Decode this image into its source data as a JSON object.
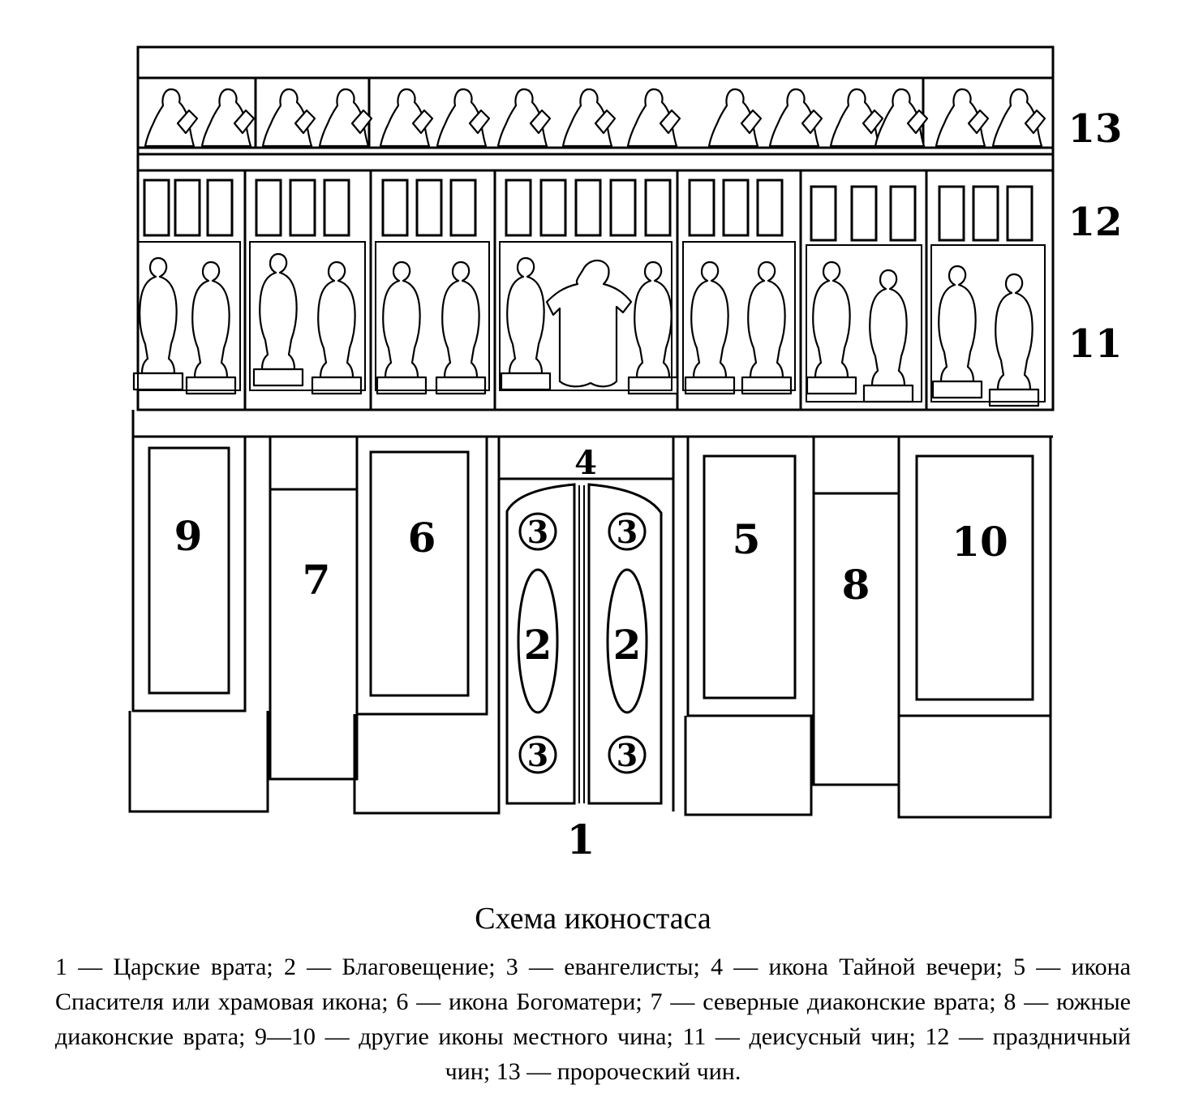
{
  "diagram": {
    "row_labels": {
      "prophets": "13",
      "feasts": "12",
      "deesis": "11"
    },
    "zone_labels": {
      "royal_doors": "1",
      "annunciation": "2",
      "evangelist": "3",
      "last_supper": "4",
      "savior_icon": "5",
      "theotokos_icon": "6",
      "north_doors": "7",
      "south_doors": "8",
      "left_local_icon": "9",
      "right_local_icon": "10"
    }
  },
  "caption": {
    "title": "Схема иконостаса",
    "legend": "1 — Царские врата; 2 — Благовещение; 3 — евангелисты; 4 — икона Тайной вечери; 5 — икона Спасителя или храмовая икона; 6 — икона Богоматери; 7 — северные диаконские врата; 8 — южные диаконские врата; 9—10 — другие иконы местного чина; 11 — деисусный чин; 12 — праздничный чин; 13 — пророческий чин."
  }
}
